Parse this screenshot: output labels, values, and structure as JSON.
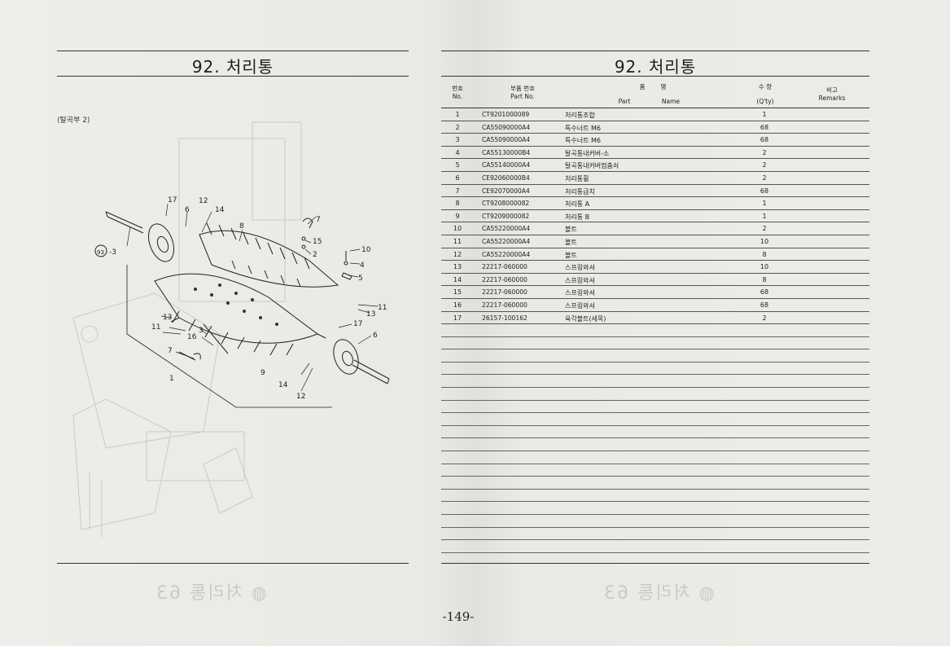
{
  "left_page": {
    "title": "92. 처리통",
    "subtitle": "⟨탈곡부 2⟩",
    "callouts": [
      "17",
      "12",
      "6",
      "14",
      "8",
      "7",
      "15",
      "2",
      "10",
      "4",
      "5",
      "11",
      "13",
      "17",
      "6",
      "93",
      "3",
      "13",
      "11",
      "3",
      "16",
      "7",
      "1",
      "9",
      "14",
      "12"
    ]
  },
  "right_page": {
    "title": "92. 처리통",
    "headers": {
      "no_ko": "번호",
      "no_en": "No.",
      "part_ko": "부품 번호",
      "part_en": "Part  No.",
      "name_ko": "품        명",
      "name_part": "Part",
      "name_name": "Name",
      "qty_ko": "수  량",
      "qty_en": "(Q'ty)",
      "remarks_ko": "비고",
      "remarks_en": "Remarks"
    },
    "rows": [
      {
        "no": "1",
        "part": "CT9201000089",
        "name": "처리통조합",
        "qty": "1"
      },
      {
        "no": "2",
        "part": "CA55090000A4",
        "name": "특수너트 M6",
        "qty": "68"
      },
      {
        "no": "3",
        "part": "CA55090000A4",
        "name": "특수너트 M6",
        "qty": "68"
      },
      {
        "no": "4",
        "part": "CA55130000B4",
        "name": "탈곡통내커버-소",
        "qty": "2"
      },
      {
        "no": "5",
        "part": "CA55140000A4",
        "name": "탈곡통내커버멈춤쇠",
        "qty": "2"
      },
      {
        "no": "6",
        "part": "CE92060000B4",
        "name": "처리통휠",
        "qty": "2"
      },
      {
        "no": "7",
        "part": "CE92070000A4",
        "name": "처리통급치",
        "qty": "68"
      },
      {
        "no": "8",
        "part": "CT9208000082",
        "name": "처리통 A",
        "qty": "1"
      },
      {
        "no": "9",
        "part": "CT9209000082",
        "name": "처리통 B",
        "qty": "1"
      },
      {
        "no": "10",
        "part": "CA55220000A4",
        "name": "볼트",
        "qty": "2"
      },
      {
        "no": "11",
        "part": "CA55220000A4",
        "name": "볼트",
        "qty": "10"
      },
      {
        "no": "12",
        "part": "CA55220000A4",
        "name": "볼트",
        "qty": "8"
      },
      {
        "no": "13",
        "part": "22217-060000",
        "name": "스프링와셔",
        "qty": "10"
      },
      {
        "no": "14",
        "part": "22217-060000",
        "name": "스프링와셔",
        "qty": "8"
      },
      {
        "no": "15",
        "part": "22217-060000",
        "name": "스프링와셔",
        "qty": "68"
      },
      {
        "no": "16",
        "part": "22217-060000",
        "name": "스프링와셔",
        "qty": "68"
      },
      {
        "no": "17",
        "part": "26157-100162",
        "name": "육각볼트(세목)",
        "qty": "2"
      }
    ]
  },
  "footer": {
    "page_number": "-149-"
  }
}
